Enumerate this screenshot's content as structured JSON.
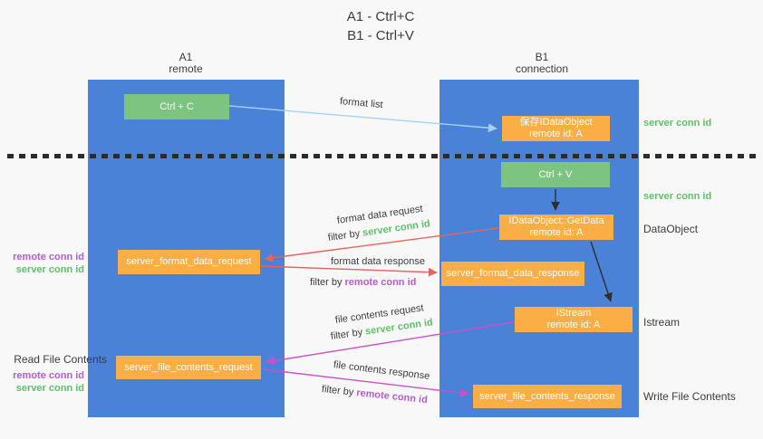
{
  "colors": {
    "bg": "#f8f8f8",
    "lane-blue": "#4a82d7",
    "green-box": "#7cc47f",
    "orange-box": "#fbae45",
    "green-text": "#5fbf68",
    "purple-text": "#b35ecb",
    "red-arrow": "#e8635c",
    "magenta-arrow": "#cb4fcb",
    "lightblue-arrow": "#a5d3f1",
    "dark-text": "#3c3c3c",
    "black-arrow": "#2e2e2e",
    "dotted-line": "#2b2b2b"
  },
  "title": {
    "line1": "A1 - Ctrl+C",
    "line2": "B1 - Ctrl+V"
  },
  "lanes": {
    "left": {
      "header_line1": "A1",
      "header_line2": "remote"
    },
    "right": {
      "header_line1": "B1",
      "header_line2": "connection"
    }
  },
  "nodes": {
    "ctrl_c": {
      "label": "Ctrl + C"
    },
    "ctrl_v": {
      "label": "Ctrl + V"
    },
    "save_dataobject": {
      "line1": "保存IDataObject",
      "line2": "remote id: A"
    },
    "getdata": {
      "line1": "IDataObject::GetData",
      "line2": "remote id: A"
    },
    "istream": {
      "line1": "IStream",
      "line2": "remote id: A"
    },
    "format_request": {
      "label": "server_format_data_request"
    },
    "format_response": {
      "label": "server_format_data_response"
    },
    "file_request": {
      "label": "server_file_contents_request"
    },
    "file_response": {
      "label": "server_file_contents_response"
    }
  },
  "right_labels": {
    "server_conn_id_1": "server conn id",
    "server_conn_id_2": "server conn id",
    "dataobject": "DataObject",
    "istream": "Istream",
    "write_file_contents": "Write File Contents"
  },
  "left_labels": {
    "remote_conn_id_1": "remote conn id",
    "server_conn_id_1": "server conn id",
    "read_file_contents": "Read File Contents",
    "remote_conn_id_2": "remote conn id",
    "server_conn_id_2": "server conn id"
  },
  "arrow_labels": {
    "format_list": "format list",
    "format_data_request": "format data request",
    "filter_by_1_prefix": "filter by ",
    "filter_by_1_value": "server conn id",
    "format_data_response": "format data response",
    "filter_by_2_prefix": "filter by ",
    "filter_by_2_value": "remote conn id",
    "file_contents_request": "file contents request",
    "filter_by_3_prefix": "filter by ",
    "filter_by_3_value": "server conn id",
    "file_contents_response": "file contents response",
    "filter_by_4_prefix": "filter by ",
    "filter_by_4_value": "remote conn id"
  }
}
